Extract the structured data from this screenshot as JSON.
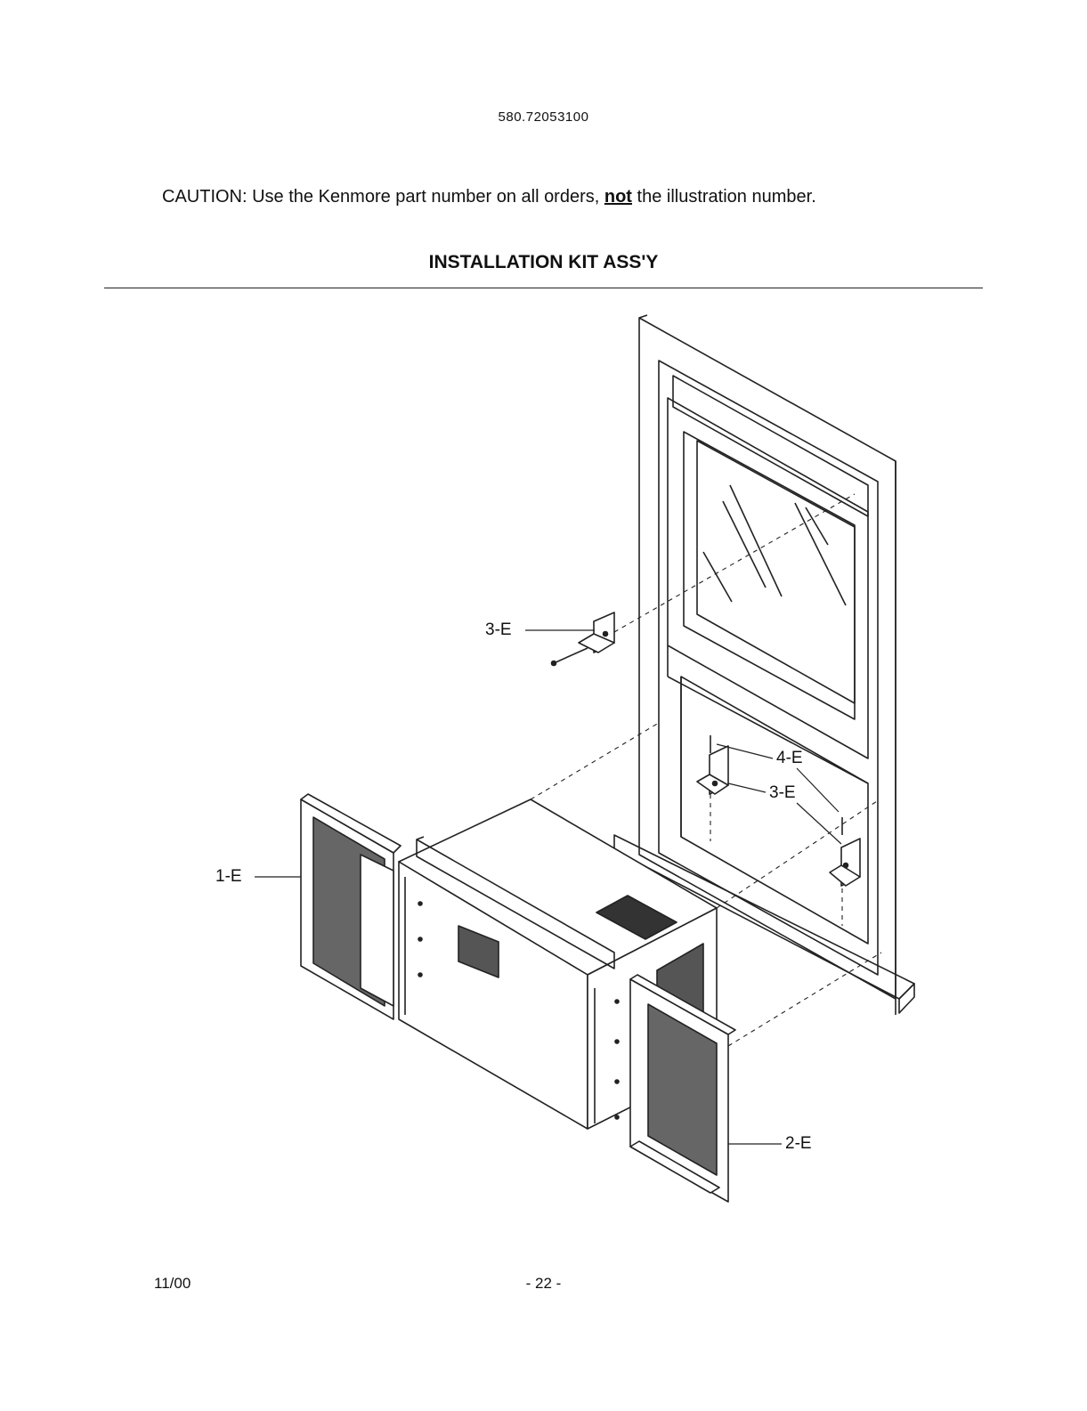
{
  "header": {
    "model_number": "580.72053100"
  },
  "caution": {
    "prefix": "CAUTION: Use the Kenmore part number on all orders, ",
    "emphasis": "not",
    "suffix": " the illustration number."
  },
  "section": {
    "title": "INSTALLATION KIT ASS'Y"
  },
  "callouts": {
    "part_1": "1-E",
    "part_2": "2-E",
    "part_3_upper": "3-E",
    "part_3_lower": "3-E",
    "part_4": "4-E"
  },
  "footer": {
    "date": "11/00",
    "page": "- 22 -"
  }
}
